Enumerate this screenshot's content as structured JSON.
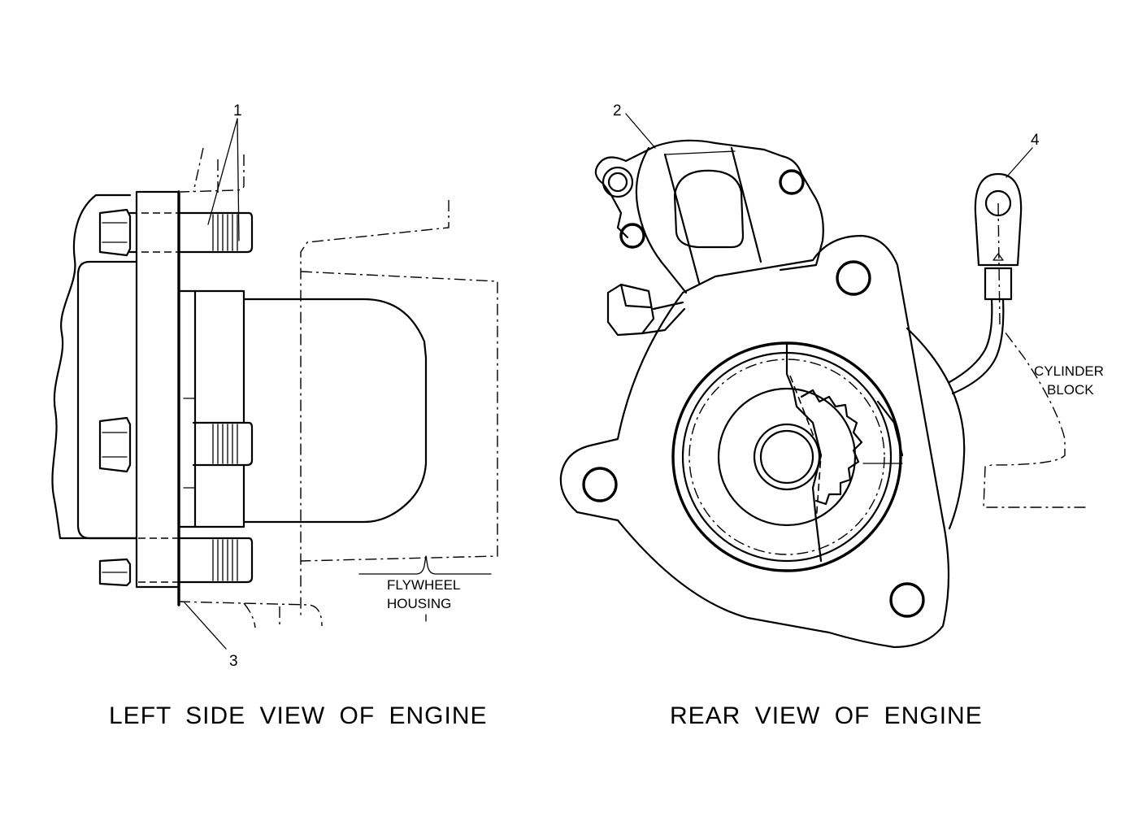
{
  "views": {
    "left": {
      "caption": "LEFT SIDE VIEW OF ENGINE",
      "callouts": {
        "c1": "1",
        "c3": "3"
      },
      "note_line1": "FLYWHEEL",
      "note_line2": "HOUSING"
    },
    "rear": {
      "caption": "REAR VIEW OF ENGINE",
      "callouts": {
        "c2": "2",
        "c4": "4"
      },
      "note_line1": "CYLINDER",
      "note_line2": "BLOCK"
    }
  }
}
